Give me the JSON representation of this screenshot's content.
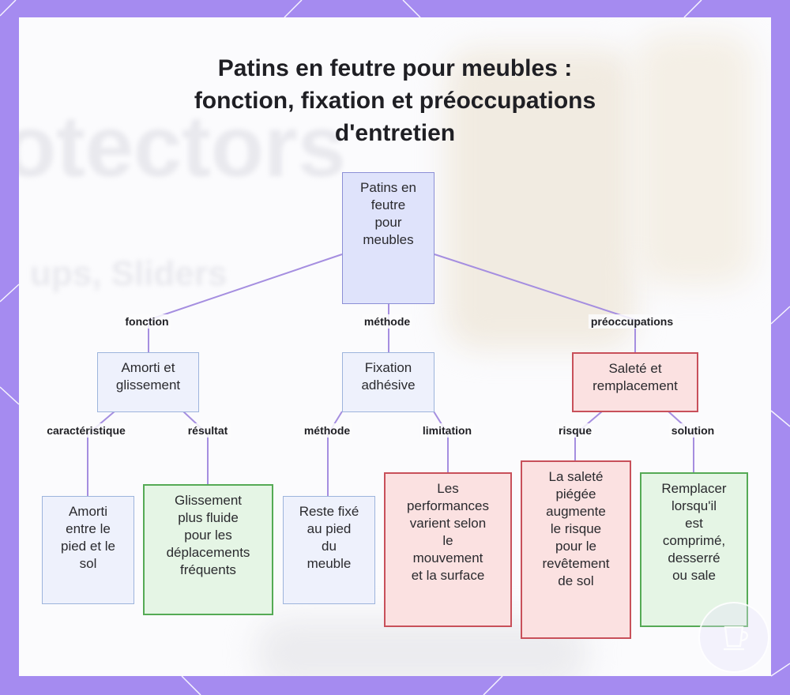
{
  "title": {
    "line1": "Patins en feutre pour meubles :",
    "line2": "fonction, fixation et préoccupations",
    "line3": "d'entretien"
  },
  "colors": {
    "frame": "#a58bf0",
    "root_fill": "#dfe3fb",
    "root_stroke": "#8c8fd6",
    "info_fill": "#eef1fc",
    "info_stroke": "#9db4dc",
    "positive_fill": "#e5f5e5",
    "positive_stroke": "#55aa55",
    "concern_fill": "#fbe1e1",
    "concern_stroke": "#c8505a",
    "edge": "#a58ee0"
  },
  "background_text": {
    "line1": "otectors",
    "line2": "ups, Sliders"
  },
  "nodes": {
    "root": [
      "Patins en",
      "feutre",
      "pour",
      "meubles"
    ],
    "amorti_glissement": [
      "Amorti et",
      "glissement"
    ],
    "fixation": [
      "Fixation",
      "adhésive"
    ],
    "salete": [
      "Saleté et",
      "remplacement"
    ],
    "amorti_pied": [
      "Amorti",
      "entre le",
      "pied et le",
      "sol"
    ],
    "glissement_fluide": [
      "Glissement",
      "plus fluide",
      "pour les",
      "déplacements",
      "fréquents"
    ],
    "reste_fixe": [
      "Reste fixé",
      "au pied",
      "du",
      "meuble"
    ],
    "performances": [
      "Les",
      "performances",
      "varient selon",
      "le",
      "mouvement",
      "et la surface"
    ],
    "salete_risque": [
      "La saleté",
      "piégée",
      "augmente",
      "le risque",
      "pour le",
      "revêtement",
      "de sol"
    ],
    "remplacer": [
      "Remplacer",
      "lorsqu'il",
      "est",
      "comprimé,",
      "desserré",
      "ou sale"
    ]
  },
  "edge_labels": {
    "fonction": "fonction",
    "methode_top": "méthode",
    "preoccupations": "préoccupations",
    "caracteristique": "caractéristique",
    "resultat": "résultat",
    "methode_bottom": "méthode",
    "limitation": "limitation",
    "risque": "risque",
    "solution": "solution"
  },
  "logo_icon": "cup-logo-icon"
}
